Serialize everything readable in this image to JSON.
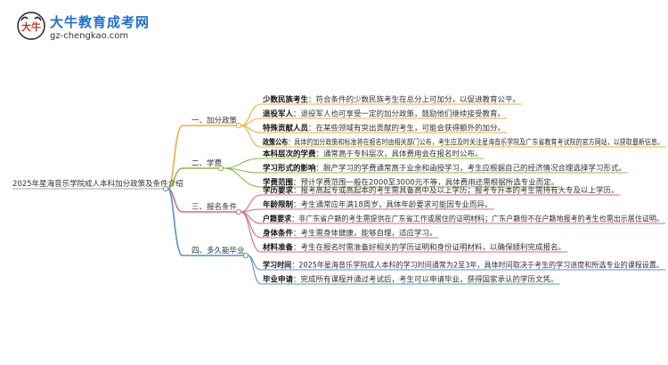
{
  "logo": {
    "badge_text": "大牛",
    "brand": "大牛教育成考网",
    "url": "gz-chengkao.com"
  },
  "root": "2025年星海音乐学院成人本科加分政策及条件介绍",
  "branches": [
    {
      "label": "一、加分政策",
      "color": "#e8b040",
      "items": [
        {
          "label": "少数民族考生",
          "desc": "：符合条件的少数民族考生在总分上可加分，以促进教育公平。"
        },
        {
          "label": "退役军人",
          "desc": "：退役军人也可享受一定的加分政策，鼓励他们继续接受教育。"
        },
        {
          "label": "特殊贡献人员",
          "desc": "：在某些领域有突出贡献的考生，可能会获得额外的加分。"
        },
        {
          "label": "政策公布",
          "desc": "：具体的加分政策和标准将在报名时由相关部门公布，考生应及时关注星海音乐学院及广东省教育考试院的官方网站，以获取最新信息。"
        }
      ]
    },
    {
      "label": "二、学费",
      "color": "#8fb84a",
      "items": [
        {
          "label": "本科层次的学费",
          "desc": "：通常高于专科层次，具体费用会在报名时公布。"
        },
        {
          "label": "学习形式的影响",
          "desc": "：脱产学习的学费通常高于业余和函授学习，考生应根据自己的经济情况合理选择学习形式。"
        },
        {
          "label": "学费范围",
          "desc": "：预计学费范围一般在2000至3000元不等，具体费用还需根据所选专业而定。"
        }
      ]
    },
    {
      "label": "三、报名条件",
      "color": "#d6698e",
      "items": [
        {
          "label": "学历要求",
          "desc": "：报考高起专或高起本的考生需具备高中及以上学历；报考专升本的考生需持有大专及以上学历。"
        },
        {
          "label": "年龄限制",
          "desc": "：考生通常应年满18周岁，具体年龄要求可能因专业而异。"
        },
        {
          "label": "户籍要求",
          "desc": "：非广东省户籍的考生需提供在广东省工作或居住的证明材料；广东户籍但不在户籍地报考的考生也需出示居住证明。"
        },
        {
          "label": "身体条件",
          "desc": "：考生需身体健康，能够自理，适应学习。"
        },
        {
          "label": "材料准备",
          "desc": "：考生在报名时需准备好相关的学历证明和身份证明材料，以确保顺利完成报名。"
        }
      ]
    },
    {
      "label": "四、多久能毕业",
      "color": "#5a8fc8",
      "items": [
        {
          "label": "学习时间",
          "desc": "：2025年星海音乐学院成人本科的学习时间通常为2至3年，具体时间取决于考生的学习进度和所选专业的课程设置。"
        },
        {
          "label": "毕业申请",
          "desc": "：完成所有课程并通过考试后，考生可以申请毕业，获得国家承认的学历文凭。"
        }
      ]
    }
  ]
}
